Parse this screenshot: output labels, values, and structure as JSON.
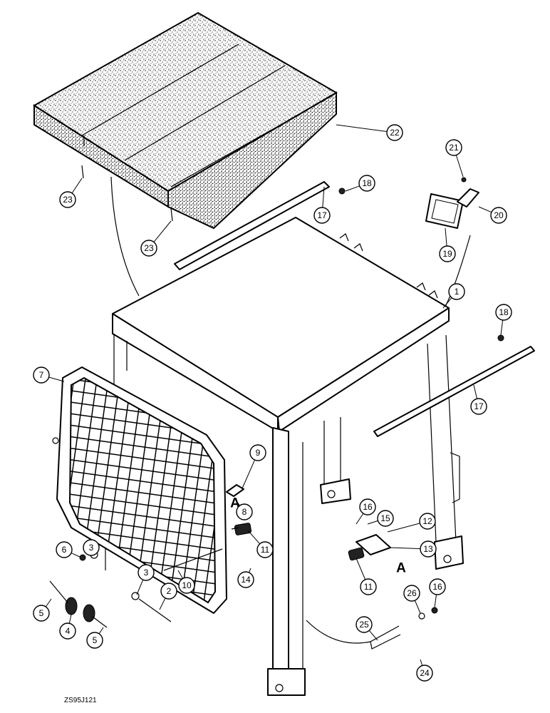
{
  "figure_id": "ZS95J121",
  "detail_marker": "A",
  "callouts": [
    {
      "label": "1"
    },
    {
      "label": "2"
    },
    {
      "label": "3"
    },
    {
      "label": "3"
    },
    {
      "label": "4"
    },
    {
      "label": "5"
    },
    {
      "label": "5"
    },
    {
      "label": "6"
    },
    {
      "label": "7"
    },
    {
      "label": "8"
    },
    {
      "label": "9"
    },
    {
      "label": "10"
    },
    {
      "label": "11"
    },
    {
      "label": "11"
    },
    {
      "label": "12"
    },
    {
      "label": "13"
    },
    {
      "label": "14"
    },
    {
      "label": "15"
    },
    {
      "label": "16"
    },
    {
      "label": "16"
    },
    {
      "label": "17"
    },
    {
      "label": "17"
    },
    {
      "label": "18"
    },
    {
      "label": "18"
    },
    {
      "label": "19"
    },
    {
      "label": "20"
    },
    {
      "label": "21"
    },
    {
      "label": "22"
    },
    {
      "label": "23"
    },
    {
      "label": "23"
    },
    {
      "label": "24"
    },
    {
      "label": "25"
    },
    {
      "label": "26"
    }
  ]
}
